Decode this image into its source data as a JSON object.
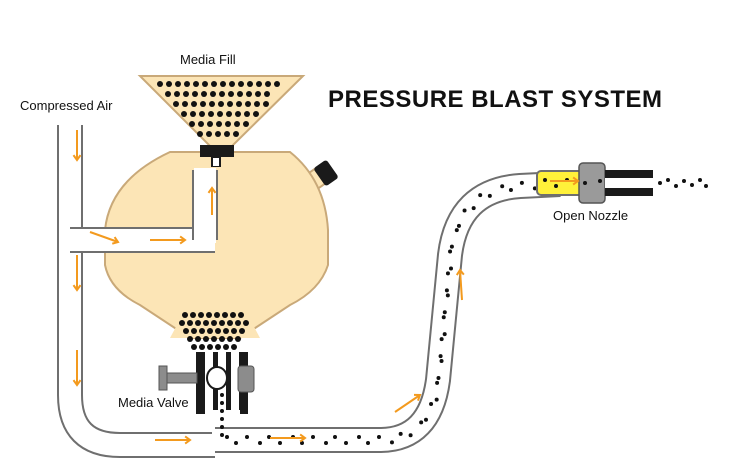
{
  "title": "PRESSURE BLAST SYSTEM",
  "labels": {
    "media_fill": "Media Fill",
    "compressed_air": "Compressed Air",
    "open_nozzle": "Open Nozzle",
    "media_valve": "Media Valve"
  },
  "colors": {
    "tank_fill": "#fce5b6",
    "tank_stroke": "#c9a979",
    "arrow": "#f39a1e",
    "media": "#111111",
    "nozzle_yellow": "#fff13a",
    "valve_gray": "#8c8c8c",
    "hose_stroke": "#6f6f6f"
  },
  "icons": [
    "funnel-icon",
    "tank-icon",
    "valve-icon",
    "nozzle-icon",
    "flow-arrow-icon"
  ]
}
